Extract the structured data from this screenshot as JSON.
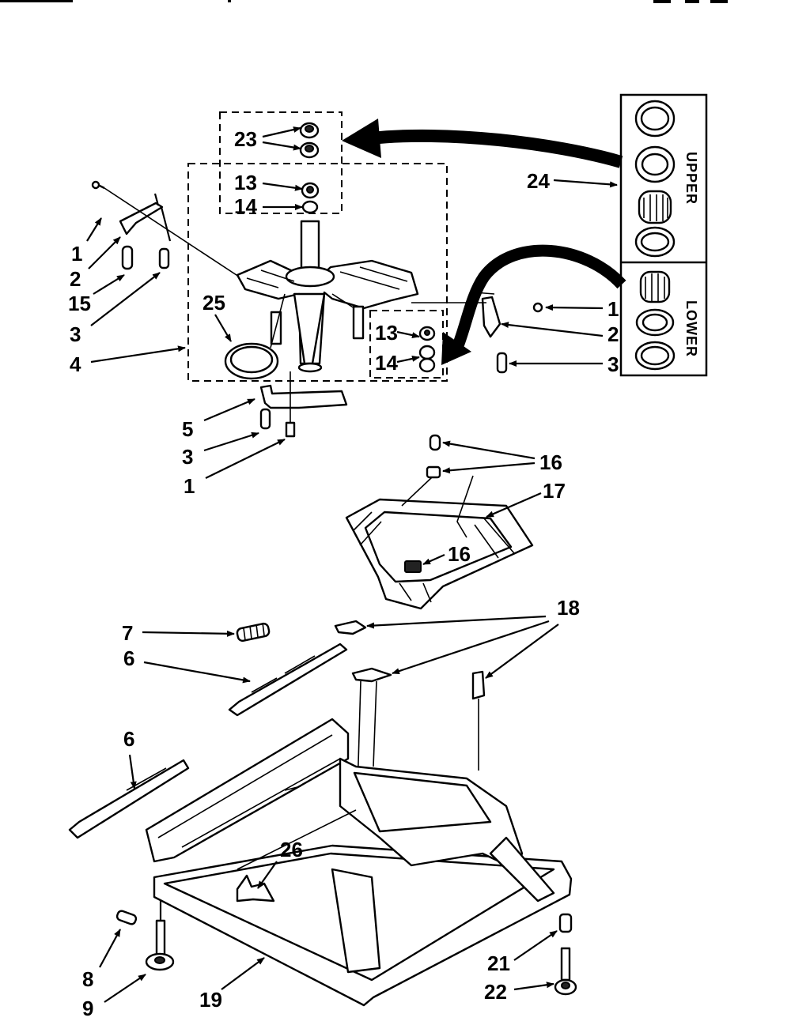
{
  "callouts": {
    "c23": "23",
    "c13a": "13",
    "c14a": "14",
    "c1a": "1",
    "c2a": "2",
    "c15": "15",
    "c3a": "3",
    "c4": "4",
    "c25": "25",
    "c5": "5",
    "c3b": "3",
    "c1b": "1",
    "c13b": "13",
    "c14b": "14",
    "c1c": "1",
    "c2b": "2",
    "c3c": "3",
    "c24": "24",
    "c16a": "16",
    "c17": "17",
    "c16b": "16",
    "c18": "18",
    "c7": "7",
    "c6a": "6",
    "c6b": "6",
    "c26": "26",
    "c8": "8",
    "c9": "9",
    "c19": "19",
    "c21": "21",
    "c22": "22"
  },
  "kit": {
    "upper": "UPPER",
    "lower": "LOWER"
  }
}
